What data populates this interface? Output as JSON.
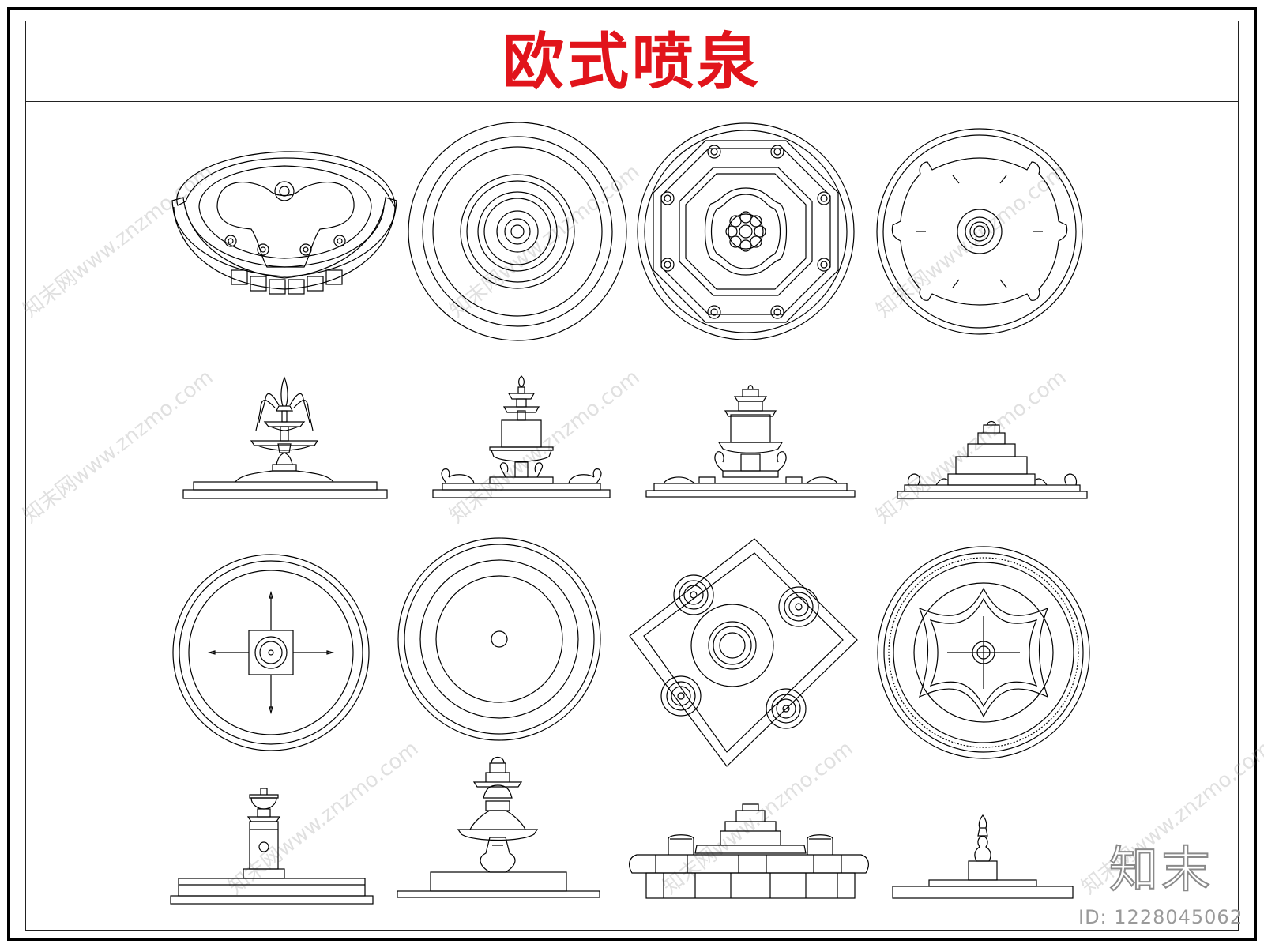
{
  "sheet": {
    "title": "欧式喷泉",
    "watermark": "知末网www.znzmo.com",
    "brand": "知末",
    "doc_id": "ID: 1228045062"
  },
  "colors": {
    "title": "#e1141b",
    "line": "#000000",
    "watermark": "#a0a0a0"
  },
  "drawings": [
    {
      "name": "fountain-plan-1",
      "view": "plan"
    },
    {
      "name": "fountain-plan-2",
      "view": "plan"
    },
    {
      "name": "fountain-plan-3",
      "view": "plan"
    },
    {
      "name": "fountain-plan-4",
      "view": "plan"
    },
    {
      "name": "fountain-elevation-1",
      "view": "elevation"
    },
    {
      "name": "fountain-elevation-2",
      "view": "elevation"
    },
    {
      "name": "fountain-elevation-3",
      "view": "elevation"
    },
    {
      "name": "fountain-elevation-4",
      "view": "elevation"
    },
    {
      "name": "fountain-plan-5",
      "view": "plan"
    },
    {
      "name": "fountain-plan-6",
      "view": "plan"
    },
    {
      "name": "fountain-plan-7",
      "view": "plan"
    },
    {
      "name": "fountain-plan-8",
      "view": "plan"
    },
    {
      "name": "fountain-elevation-5",
      "view": "elevation"
    },
    {
      "name": "fountain-elevation-6",
      "view": "elevation"
    },
    {
      "name": "fountain-elevation-7",
      "view": "elevation"
    },
    {
      "name": "fountain-elevation-8",
      "view": "elevation"
    }
  ]
}
